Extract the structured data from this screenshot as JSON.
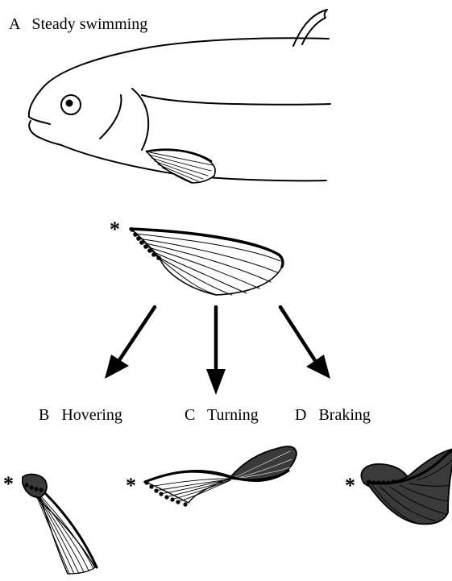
{
  "panels": {
    "a": {
      "letter": "A",
      "title": "Steady swimming"
    },
    "b": {
      "letter": "B",
      "title": "Hovering"
    },
    "c": {
      "letter": "C",
      "title": "Turning"
    },
    "d": {
      "letter": "D",
      "title": "Braking"
    }
  },
  "marker": "*",
  "colors": {
    "ink": "#000000",
    "fin_shade": "#3a3a3a",
    "paper": "#ffffff"
  },
  "icons": {
    "fish": "fish-outline-icon",
    "fin": "pectoral-fin-icon",
    "arrow": "arrow-down-icon"
  }
}
